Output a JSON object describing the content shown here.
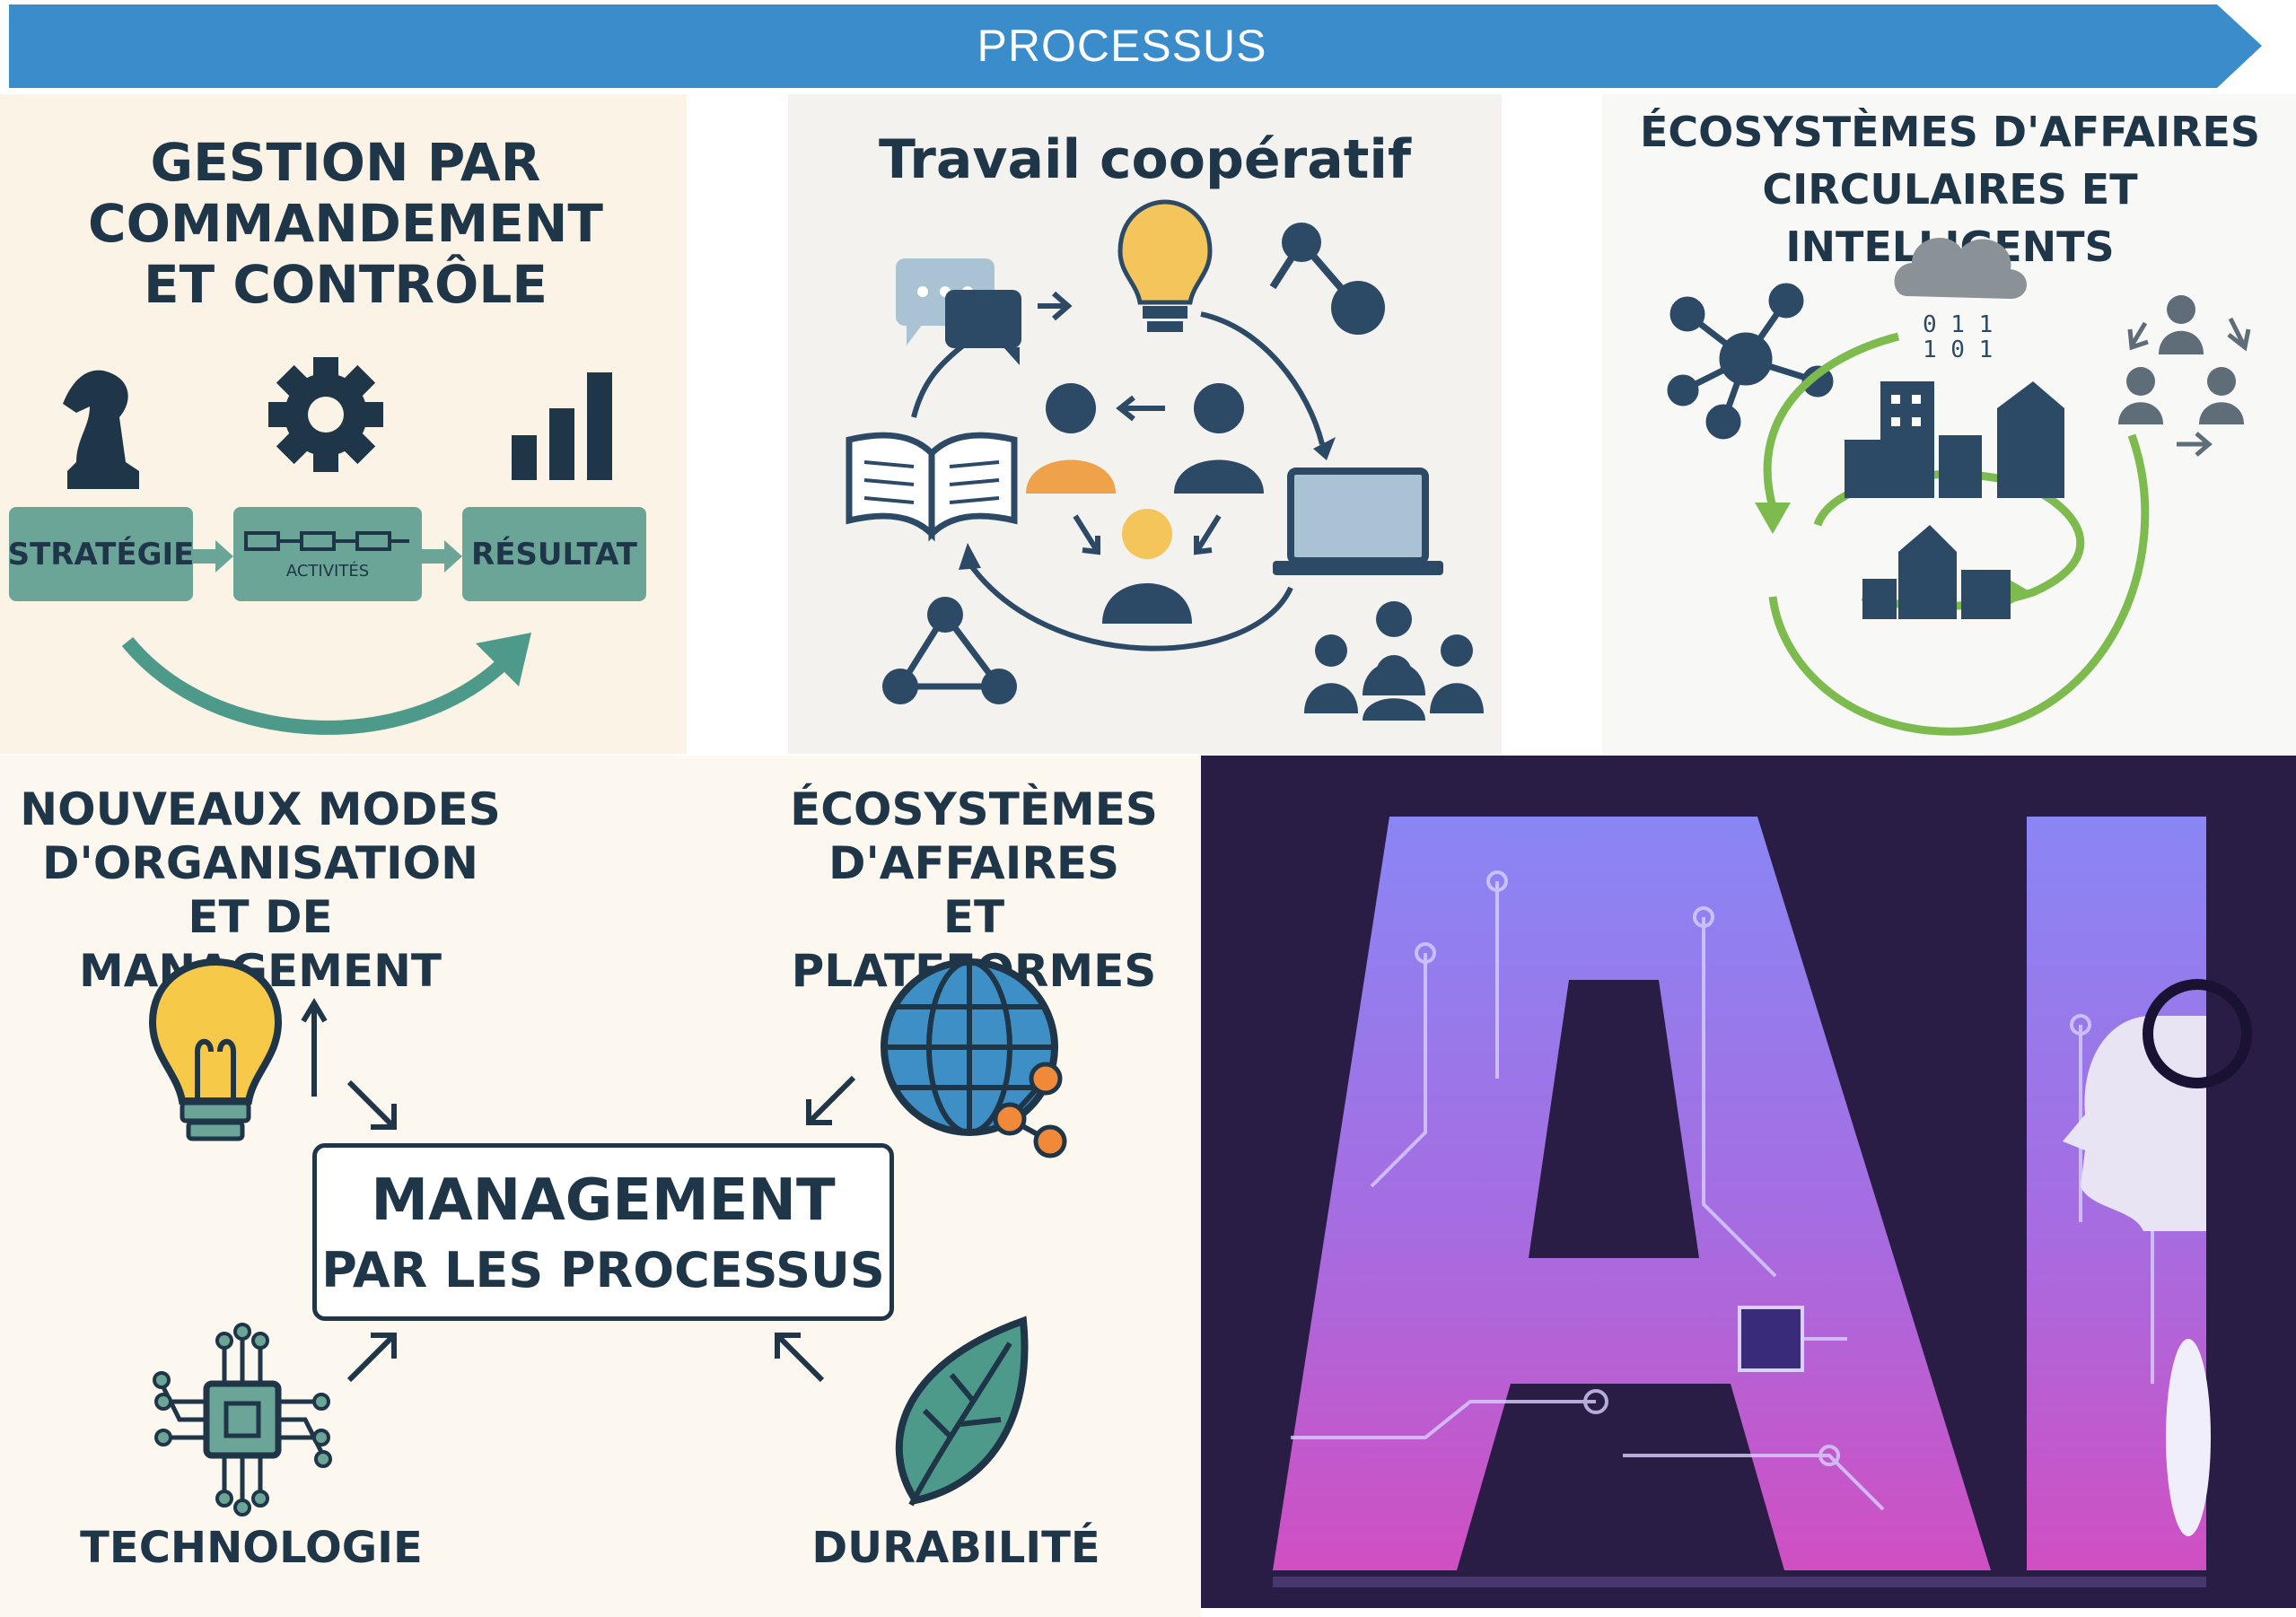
{
  "banner": {
    "label": "PROCESSUS",
    "color": "#3a8ccb"
  },
  "panel_command": {
    "title": "GESTION PAR\nCOMMANDEMENT\nET CONTRÔLE",
    "steps": [
      "STRATÉGIE",
      "ACTIVITÉS",
      "RÉSULTAT"
    ],
    "icons": [
      "chess-knight-icon",
      "gear-icon",
      "bar-chart-icon",
      "curved-arrow-icon"
    ]
  },
  "panel_coop": {
    "title": "Travail coopératif",
    "icons": [
      "chat-bubbles-icon",
      "lightbulb-icon",
      "network-node-icon",
      "open-book-icon",
      "people-circle-icon",
      "laptop-icon",
      "triangle-network-icon",
      "team-icon"
    ]
  },
  "panel_eco": {
    "title": "ÉCOSYSTÈMES D'AFFAIRES\nCIRCULAIRES ET INTELLIGENTS",
    "icons": [
      "hub-network-icon",
      "data-cloud-icon",
      "people-cycle-icon",
      "city-buildings-icon",
      "green-cycle-arrows-icon"
    ],
    "accent": "#7dbb4f"
  },
  "panel_mgmt": {
    "center_line1": "MANAGEMENT",
    "center_line2": "PAR LES PROCESSUS",
    "top_left": "NOUVEAUX MODES\nD'ORGANISATION\nET DE MANAGEMENT",
    "top_right": "ÉCOSYSTÈMES\nD'AFFAIRES\nET PLATEFORMES",
    "bottom_left": "TECHNOLOGIE",
    "bottom_right": "DURABILITÉ",
    "icons": [
      "lightbulb-icon",
      "globe-network-icon",
      "chip-icon",
      "leaf-icon"
    ]
  },
  "panel_ai": {
    "letters": "AI",
    "icons": [
      "robot-head-icon",
      "circuit-pattern-icon"
    ]
  }
}
